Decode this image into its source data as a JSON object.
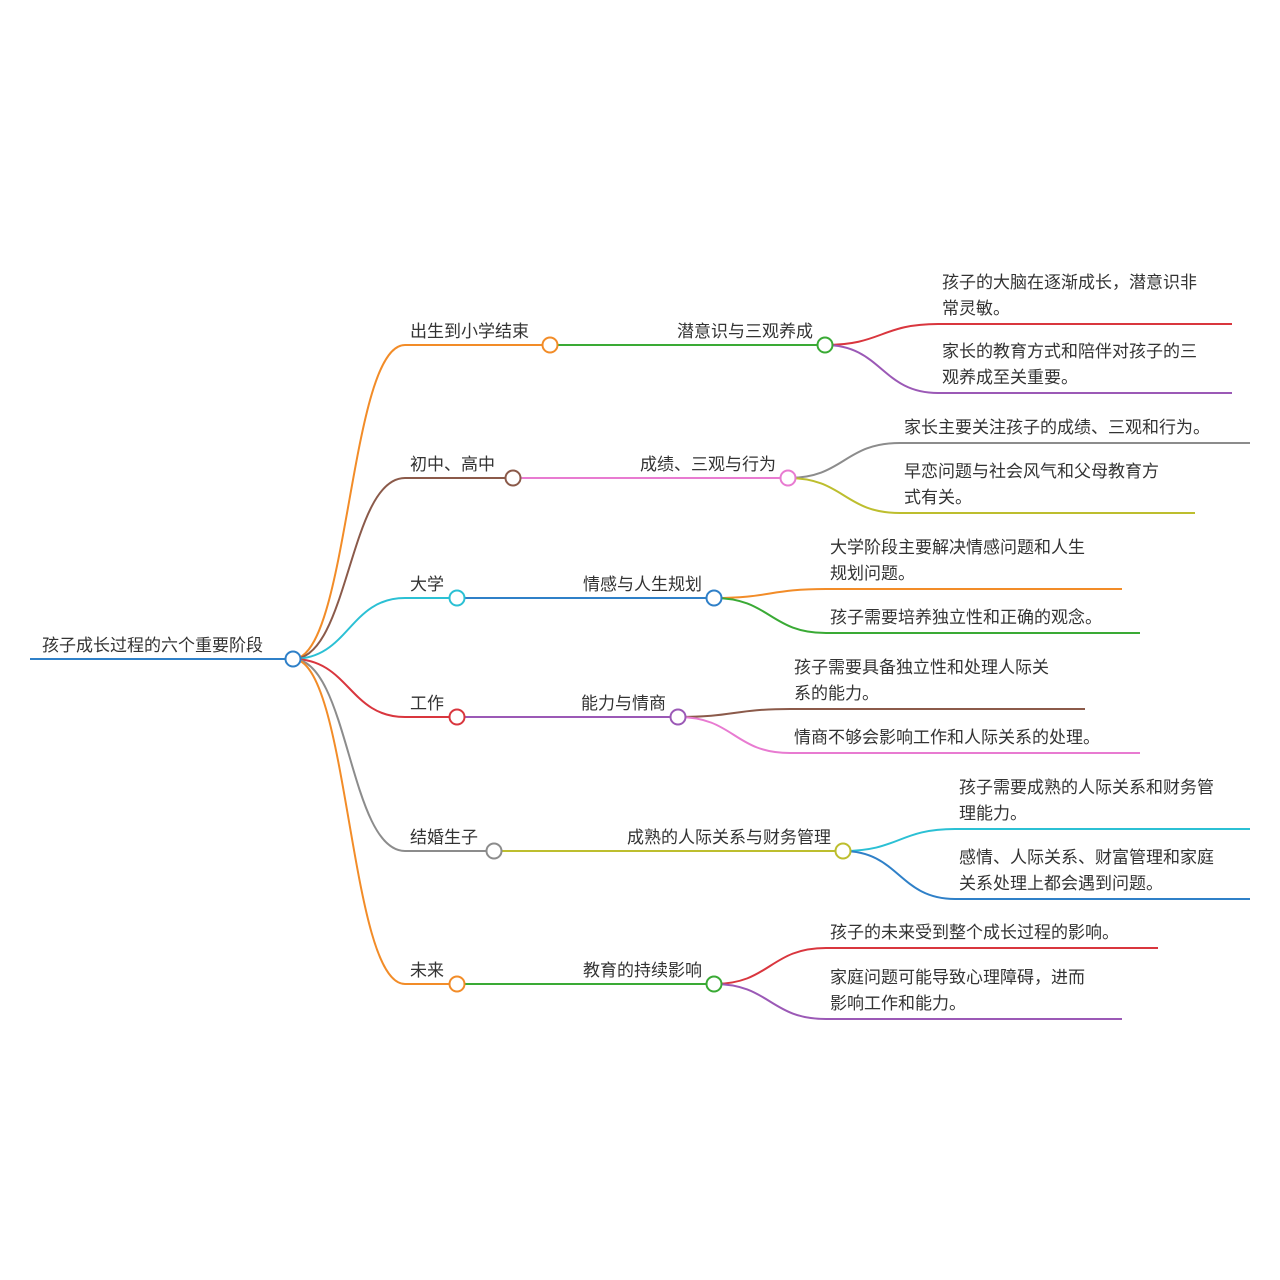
{
  "root": {
    "label": "孩子成长过程的六个重要阶段",
    "color": "#2F80C8"
  },
  "branches": [
    {
      "stage": "出生到小学结束",
      "stage_color": "#F28C28",
      "topic": "潜意识与三观养成",
      "topic_color": "#3AAA35",
      "details": [
        {
          "lines": [
            "孩子的大脑在逐渐成长，潜意识非",
            "常灵敏。"
          ],
          "color": "#D9363E"
        },
        {
          "lines": [
            "家长的教育方式和陪伴对孩子的三",
            "观养成至关重要。"
          ],
          "color": "#9B59B6"
        }
      ]
    },
    {
      "stage": "初中、高中",
      "stage_color": "#8B5A4A",
      "topic": "成绩、三观与行为",
      "topic_color": "#E87BD1",
      "details": [
        {
          "lines": [
            "家长主要关注孩子的成绩、三观和行为。"
          ],
          "color": "#8C8C8C"
        },
        {
          "lines": [
            "早恋问题与社会风气和父母教育方",
            "式有关。"
          ],
          "color": "#BDBE2E"
        }
      ]
    },
    {
      "stage": "大学",
      "stage_color": "#2BC0D4",
      "topic": "情感与人生规划",
      "topic_color": "#2F80C8",
      "details": [
        {
          "lines": [
            "大学阶段主要解决情感问题和人生",
            "规划问题。"
          ],
          "color": "#F28C28"
        },
        {
          "lines": [
            "孩子需要培养独立性和正确的观念。"
          ],
          "color": "#3AAA35"
        }
      ]
    },
    {
      "stage": "工作",
      "stage_color": "#D9363E",
      "topic": "能力与情商",
      "topic_color": "#9B59B6",
      "details": [
        {
          "lines": [
            "孩子需要具备独立性和处理人际关",
            "系的能力。"
          ],
          "color": "#8B5A4A"
        },
        {
          "lines": [
            "情商不够会影响工作和人际关系的处理。"
          ],
          "color": "#E87BD1"
        }
      ]
    },
    {
      "stage": "结婚生子",
      "stage_color": "#8C8C8C",
      "topic": "成熟的人际关系与财务管理",
      "topic_color": "#BDBE2E",
      "details": [
        {
          "lines": [
            "孩子需要成熟的人际关系和财务管",
            "理能力。"
          ],
          "color": "#2BC0D4"
        },
        {
          "lines": [
            "感情、人际关系、财富管理和家庭",
            "关系处理上都会遇到问题。"
          ],
          "color": "#2F80C8"
        }
      ]
    },
    {
      "stage": "未来",
      "stage_color": "#F28C28",
      "topic": "教育的持续影响",
      "topic_color": "#3AAA35",
      "details": [
        {
          "lines": [
            "孩子的未来受到整个成长过程的影响。"
          ],
          "color": "#D9363E"
        },
        {
          "lines": [
            "家庭问题可能导致心理障碍，进而",
            "影响工作和能力。"
          ],
          "color": "#9B59B6"
        }
      ]
    }
  ]
}
